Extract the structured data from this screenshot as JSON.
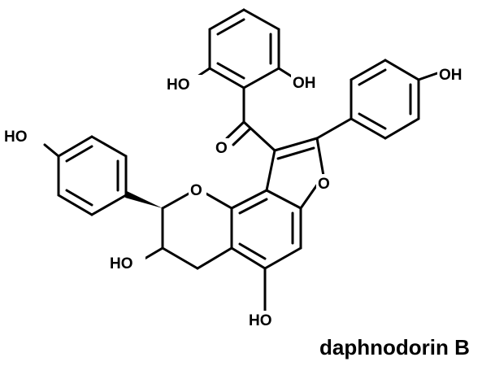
{
  "compound_name": "daphnodorin B",
  "labels": {
    "ho_left_phenol": "HO",
    "oh_top_left": "HO",
    "oh_top_right": "OH",
    "oh_right_phenol": "OH",
    "carbonyl_o": "O",
    "furan_o": "O",
    "pyran_o": "O",
    "ho_c3": "HO",
    "ho_c5": "HO"
  }
}
